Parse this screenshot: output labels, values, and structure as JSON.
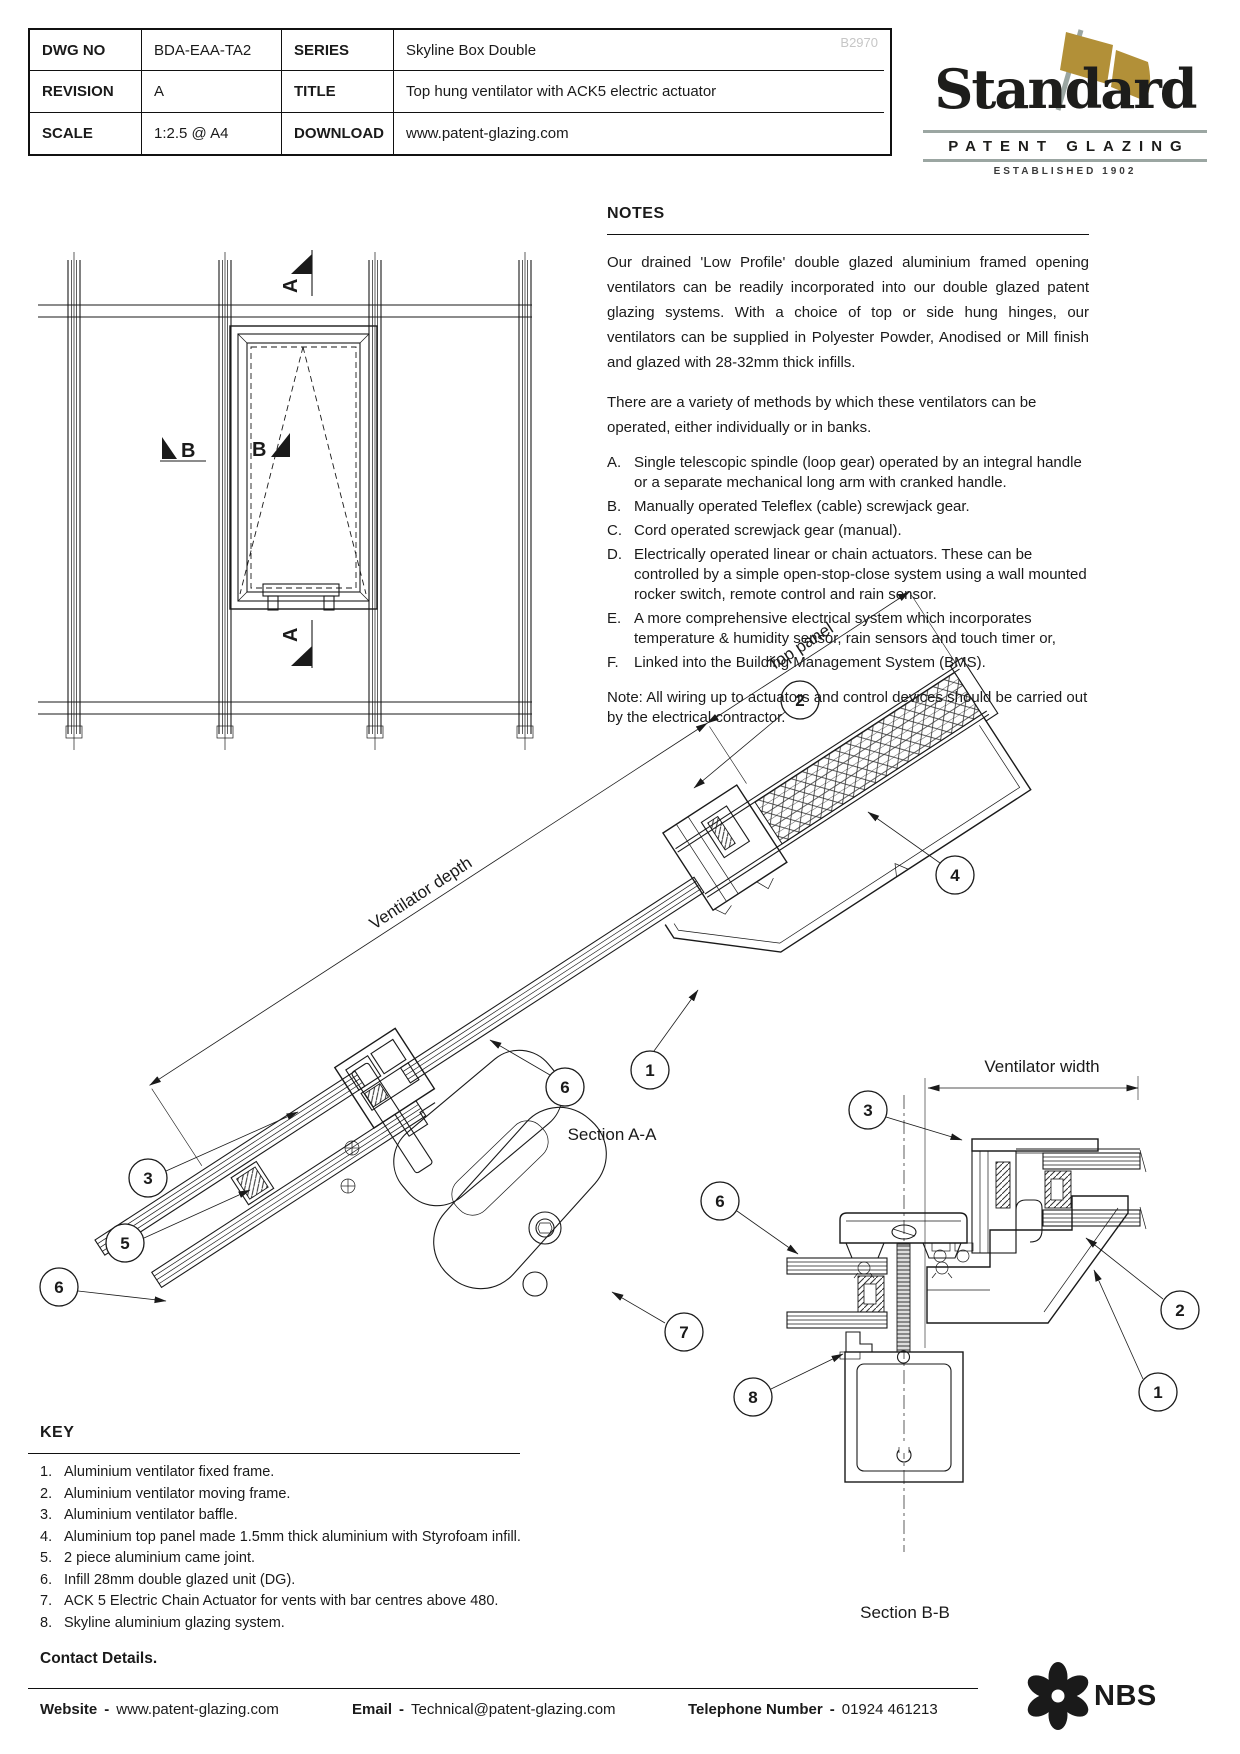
{
  "title_block": {
    "watermark": "B2970",
    "rows": [
      {
        "c1": "DWG NO",
        "c2": "BDA-EAA-TA2",
        "c3": "SERIES",
        "c4": "Skyline Box Double"
      },
      {
        "c1": "REVISION",
        "c2": "A",
        "c3": "TITLE",
        "c4": "Top hung ventilator with ACK5 electric actuator"
      },
      {
        "c1": "SCALE",
        "c2": "1:2.5 @ A4",
        "c3": "DOWNLOAD",
        "c4": "www.patent-glazing.com"
      }
    ]
  },
  "logo": {
    "name": "Standard",
    "tagline": "PATENT GLAZING",
    "established": "ESTABLISHED 1902"
  },
  "notes": {
    "heading": "NOTES",
    "para1": "Our drained 'Low Profile' double glazed aluminium framed opening ventilators can be readily incorporated into our double glazed patent glazing systems. With a choice of top or side hung hinges, our ventilators can be supplied in Polyester Powder, Anodised or Mill finish and glazed with 28-32mm thick infills.",
    "para2": "There are a variety of methods by which these ventilators can be operated, either individually or in banks.",
    "methods": [
      {
        "letter": "A.",
        "text": "Single telescopic spindle (loop gear) operated by an integral handle or a separate mechanical long arm with cranked handle."
      },
      {
        "letter": "B.",
        "text": "Manually operated Teleflex (cable) screwjack gear."
      },
      {
        "letter": "C.",
        "text": "Cord operated screwjack gear (manual)."
      },
      {
        "letter": "D.",
        "text": "Electrically operated linear or chain actuators. These can be controlled by a simple open-stop-close system using a wall mounted rocker switch, remote control and rain sensor."
      },
      {
        "letter": "E.",
        "text": "A more comprehensive electrical system which incorporates temperature & humidity sensor, rain sensors and touch timer or,"
      },
      {
        "letter": "F.",
        "text": "Linked into the Building Management System (BMS)."
      }
    ],
    "note": "Note: All wiring up to actuators and control devices should be carried out by the electrical contractor."
  },
  "plan": {
    "markers": [
      "A",
      "A",
      "B",
      "B"
    ]
  },
  "section_aa": {
    "label": "Section A-A",
    "dim_depth": "Ventilator depth",
    "dim_top_panel": "Top panel",
    "callouts": [
      "2",
      "4",
      "1",
      "6",
      "3",
      "5",
      "6",
      "7"
    ]
  },
  "section_bb": {
    "label": "Section B-B",
    "dim_width": "Ventilator width",
    "callouts": [
      "3",
      "6",
      "8",
      "2",
      "1"
    ]
  },
  "key": {
    "heading": "KEY",
    "items": [
      {
        "num": "1.",
        "text": "Aluminium ventilator fixed frame."
      },
      {
        "num": "2.",
        "text": "Aluminium ventilator moving frame."
      },
      {
        "num": "3.",
        "text": "Aluminium ventilator baffle."
      },
      {
        "num": "4.",
        "text": "Aluminium top panel made 1.5mm thick aluminium with Styrofoam infill."
      },
      {
        "num": "5.",
        "text": "2 piece aluminium came joint."
      },
      {
        "num": "6.",
        "text": "Infill 28mm double glazed unit (DG)."
      },
      {
        "num": "7.",
        "text": "ACK 5 Electric Chain Actuator for vents with bar centres above 480."
      },
      {
        "num": "8.",
        "text": "Skyline aluminium glazing system."
      }
    ]
  },
  "footer": {
    "heading": "Contact Details.",
    "sep": "-",
    "website_label": "Website",
    "website": "www.patent-glazing.com",
    "email_label": "Email",
    "email": "Technical@patent-glazing.com",
    "phone_label": "Telephone Number",
    "phone": "01924 461213",
    "nbs": "NBS"
  },
  "colors": {
    "ink": "#1a1a1a",
    "gold": "#B29038",
    "gray": "#9BA6A2",
    "watermark": "#c6c6c6"
  }
}
